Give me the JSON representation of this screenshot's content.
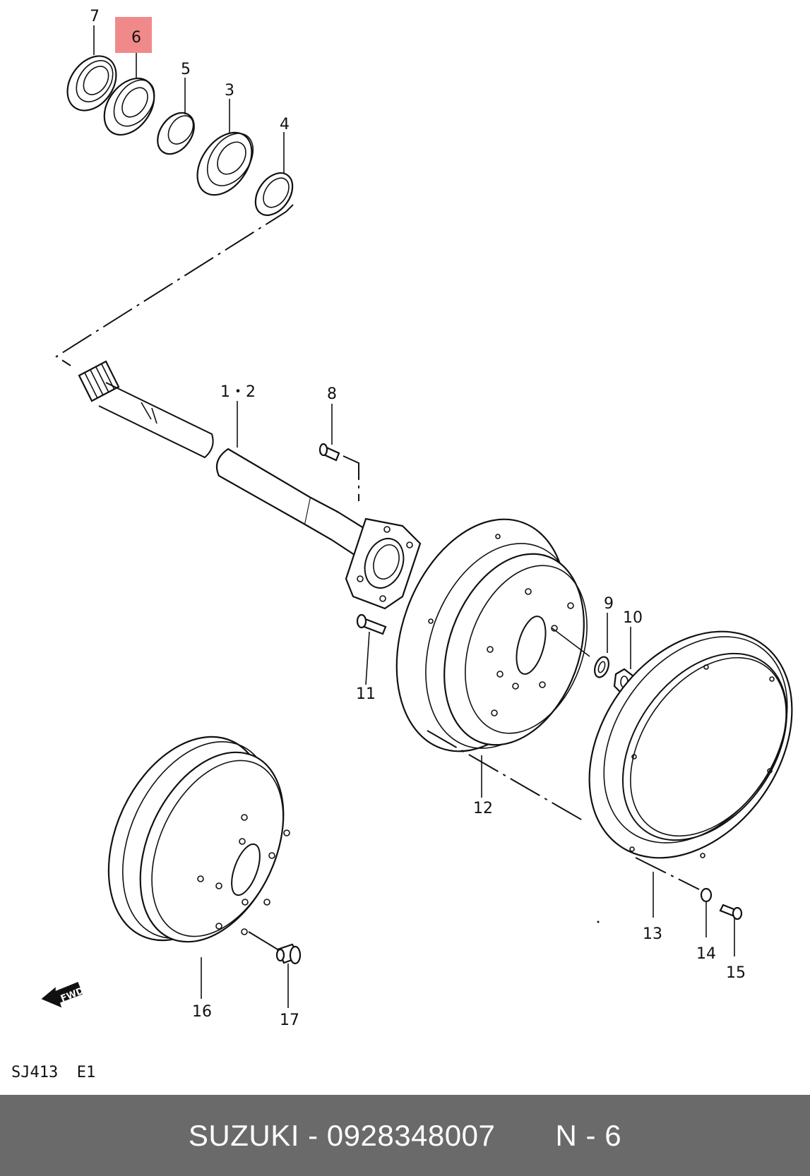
{
  "diagram": {
    "callouts": {
      "p7": "7",
      "p6": "6",
      "p5": "5",
      "p3": "3",
      "p4": "4",
      "p12a": "1・2",
      "p8": "8",
      "p9": "9",
      "p10": "10",
      "p11": "11",
      "p12": "12",
      "p13": "13",
      "p14": "14",
      "p15": "15",
      "p16": "16",
      "p17": "17"
    },
    "highlight_color": "#f08a8a",
    "fwd_label": "FWD",
    "model_code": "SJ413  E1"
  },
  "footer": {
    "brand": "SUZUKI",
    "separator": " - ",
    "part_number": "0928348007",
    "ref": "N - 6"
  }
}
